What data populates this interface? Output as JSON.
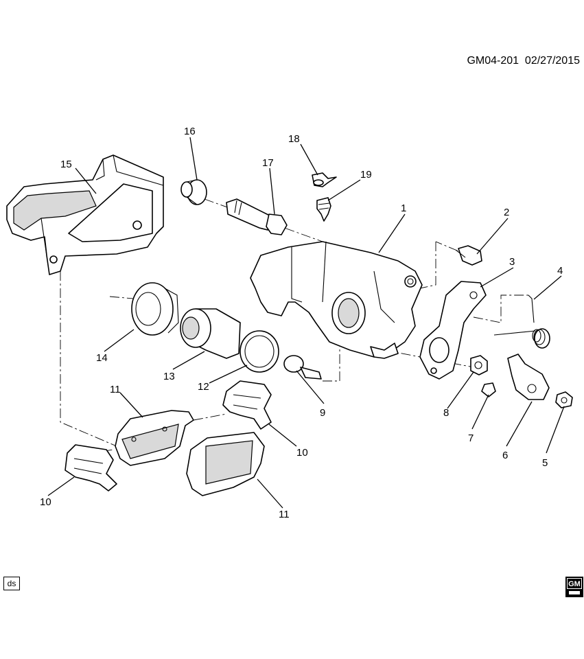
{
  "diagram": {
    "code": "GM04-201",
    "date": "02/27/2015",
    "badge": "ds",
    "logo_text": "GM"
  },
  "callouts": [
    "1",
    "2",
    "3",
    "4",
    "5",
    "6",
    "7",
    "8",
    "9",
    "10",
    "10",
    "11",
    "11",
    "12",
    "13",
    "14",
    "15",
    "16",
    "17",
    "18",
    "19"
  ]
}
